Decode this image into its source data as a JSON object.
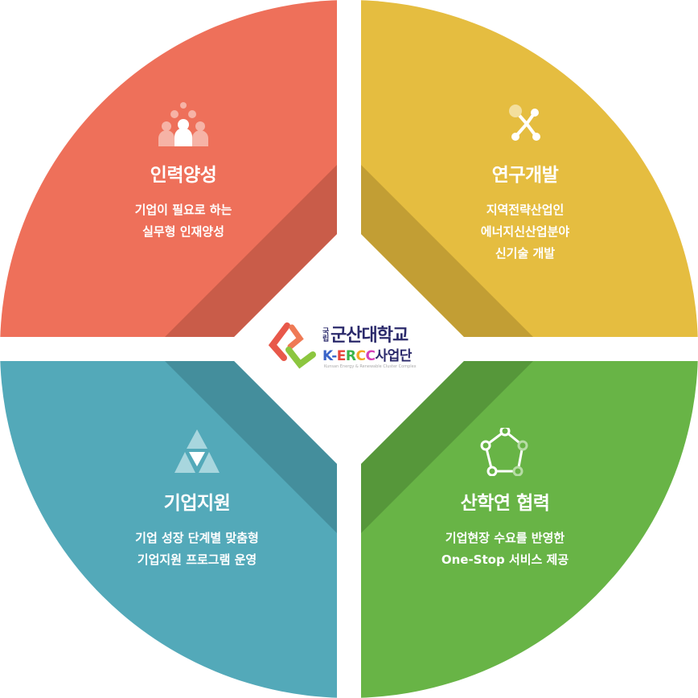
{
  "center_logo": {
    "small": "국립",
    "university": "군산대학교",
    "program_parts": [
      {
        "text": "K-",
        "color": "#3a64c8"
      },
      {
        "text": "E",
        "color": "#e8453c"
      },
      {
        "text": "R",
        "color": "#3bb54a"
      },
      {
        "text": "C",
        "color": "#f5a623"
      },
      {
        "text": "C",
        "color": "#d63fb8"
      },
      {
        "text": "사업단",
        "color": "#2b2a6b"
      }
    ],
    "tagline": "Kunsan Energy & Renewable Cluster Complex"
  },
  "quadrants": [
    {
      "id": "talent",
      "title": "인력양성",
      "lines": [
        "기업이 필요로 하는",
        "실무형 인재양성"
      ],
      "color": "#ee705a",
      "shade": "#c95c49",
      "icon": "people-icon"
    },
    {
      "id": "rnd",
      "title": "연구개발",
      "lines": [
        "지역전략산업인",
        "에너지신산업분야",
        "신기술 개발"
      ],
      "color": "#e5bd40",
      "shade": "#c29e34",
      "icon": "network-icon"
    },
    {
      "id": "support",
      "title": "기업지원",
      "lines": [
        "기업 성장 단계별 맞춤형",
        "기업지원 프로그램 운영"
      ],
      "color": "#53a9b9",
      "shade": "#448e9c",
      "icon": "triangle-icon"
    },
    {
      "id": "cooperation",
      "title": "산학연 협력",
      "lines": [
        "기업현장 수요를 반영한",
        "One-Stop 서비스 제공"
      ],
      "color": "#68b446",
      "shade": "#56973a",
      "icon": "pentagon-nodes-icon"
    }
  ]
}
